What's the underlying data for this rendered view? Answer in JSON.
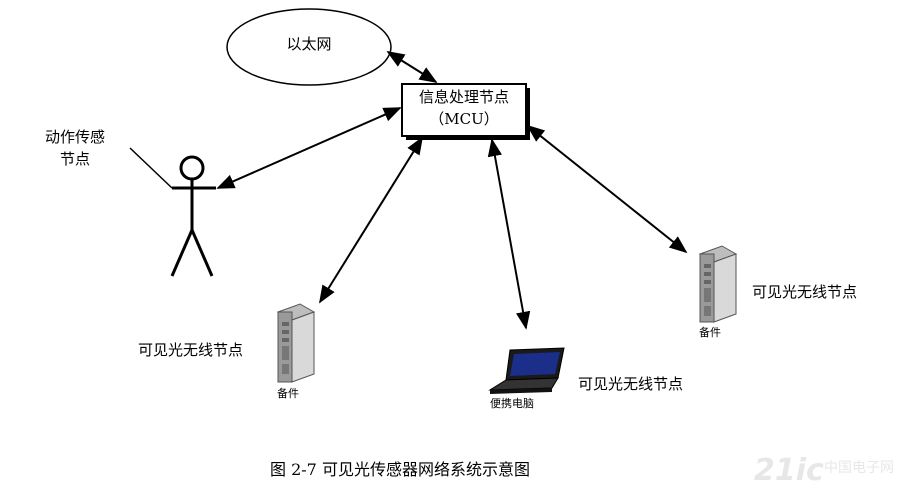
{
  "nodes": {
    "ethernet": {
      "label": "以太网"
    },
    "mcu": {
      "line1": "信息处理节点",
      "line2": "（MCU）"
    },
    "motion_sensor": {
      "line1": "动作传感",
      "line2": "节点"
    },
    "vlc_left": {
      "label": "可见光无线节点",
      "caption": "备件"
    },
    "laptop": {
      "label": "可见光无线节点",
      "caption": "便携电脑"
    },
    "vlc_right": {
      "label": "可见光无线节点",
      "caption": "备件"
    }
  },
  "figure_caption": "图 2-7  可见光传感器网络系统示意图",
  "watermark": {
    "text": "21ic",
    "subtext": "中国电子网"
  }
}
